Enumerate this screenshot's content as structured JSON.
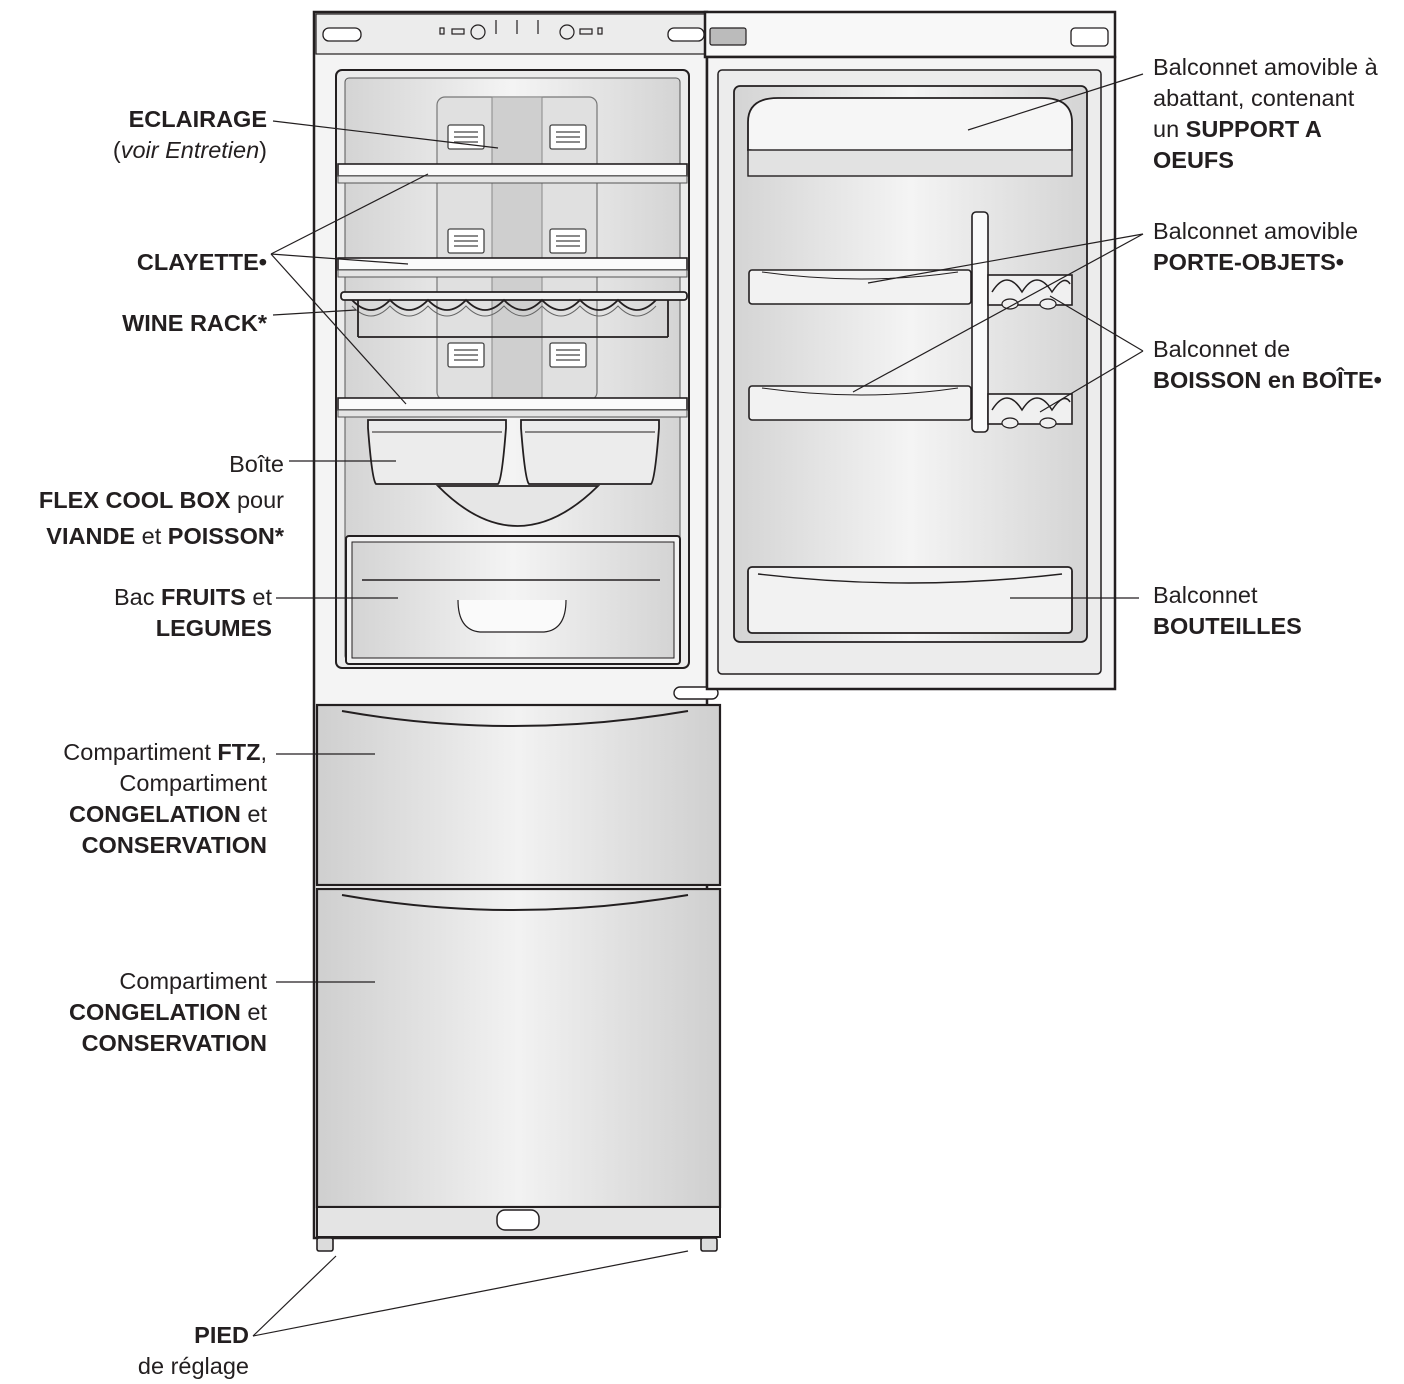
{
  "labels": {
    "eclairage": {
      "b": "ECLAIRAGE",
      "pre": "(",
      "it": "voir Entretien",
      "post": ")"
    },
    "clayette": "CLAYETTE•",
    "wine_rack": "WINE RACK*",
    "flex": {
      "t1": "Boîte",
      "b1": "FLEX COOL BOX",
      "t2": " pour",
      "b2": "VIANDE",
      "t3": " et ",
      "b3": "POISSON*"
    },
    "bac": {
      "t1": "Bac ",
      "b1": "FRUITS",
      "t2": " et",
      "b2": "LEGUMES"
    },
    "ftz": {
      "t1": "Compartiment ",
      "b1": "FTZ",
      "t2": ",",
      "t3": "Compartiment",
      "b2": "CONGELATION",
      "t4": " et",
      "b3": "CONSERVATION"
    },
    "congel": {
      "t1": "Compartiment",
      "b1": "CONGELATION",
      "t2": " et",
      "b2": "CONSERVATION"
    },
    "pied": {
      "b1": "PIED",
      "t1": "de réglage"
    },
    "support": {
      "t1": "Balconnet amovible à",
      "t2": "abattant, contenant",
      "t3": "un ",
      "b1": "SUPPORT A",
      "b2": "OEUFS"
    },
    "porte": {
      "t1": "Balconnet amovible",
      "b1": "PORTE-OBJETS•"
    },
    "boisson": {
      "t1": "Balconnet de",
      "b1": "BOISSON en BOÎTE•"
    },
    "bouteilles": {
      "t1": "Balconnet",
      "b1": "BOUTEILLES"
    }
  },
  "colors": {
    "line": "#231f20",
    "fill_light": "#ececec",
    "fill_mid": "#d9d9d9",
    "fill_dark": "#bdbdbd"
  }
}
